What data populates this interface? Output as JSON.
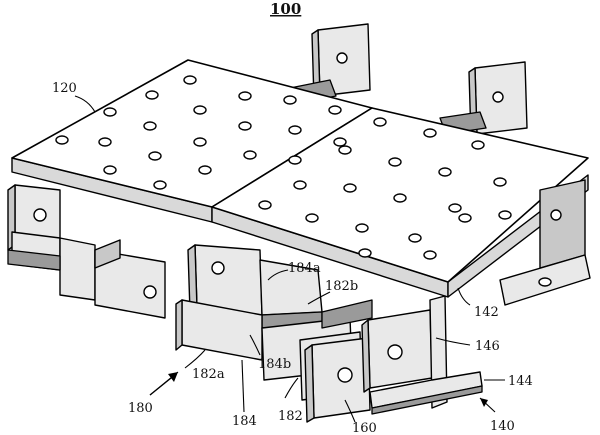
{
  "figure": {
    "number": "100",
    "labels": {
      "l120": "120",
      "l142": "142",
      "l146": "146",
      "l144": "144",
      "l140": "140",
      "l160": "160",
      "l180": "180",
      "l182": "182",
      "l182a": "182a",
      "l182b": "182b",
      "l184": "184",
      "l184a": "184a",
      "l184b": "184b"
    }
  }
}
